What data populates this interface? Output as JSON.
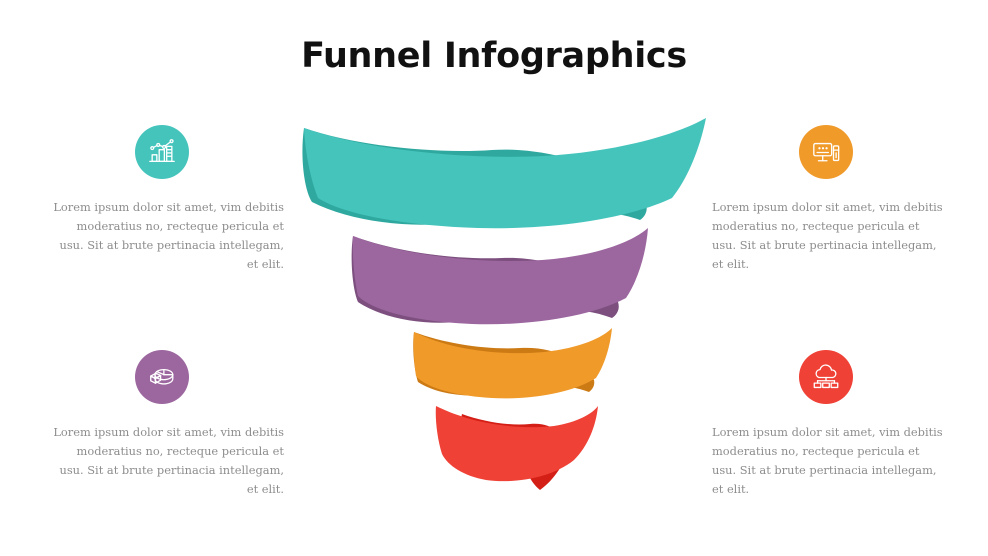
{
  "page": {
    "title": "Funnel Infographics",
    "background_color": "#ffffff"
  },
  "chart_data": {
    "type": "funnel",
    "title": "Funnel Infographics",
    "orientation": "vertical",
    "style": "3d-spiral-ribbon",
    "stages": [
      {
        "index": 1,
        "name": "stage-teal",
        "color": "#45c4bc",
        "shadow_color": "#2fa99f",
        "width_ratio": 1.0,
        "label_side": "top-left",
        "icon": "bar-chart-trend-icon"
      },
      {
        "index": 2,
        "name": "stage-purple",
        "color": "#9c669f",
        "shadow_color": "#7c4f7e",
        "width_ratio": 0.74,
        "label_side": "top-right",
        "icon": "monitor-icon"
      },
      {
        "index": 3,
        "name": "stage-orange",
        "color": "#f09a2a",
        "shadow_color": "#cc7a14",
        "width_ratio": 0.52,
        "label_side": "bottom-left",
        "icon": "pie-chart-3d-icon"
      },
      {
        "index": 4,
        "name": "stage-red",
        "color": "#ef4136",
        "shadow_color": "#d41f17",
        "width_ratio": 0.3,
        "label_side": "bottom-right",
        "icon": "cloud-network-icon"
      }
    ]
  },
  "items": [
    {
      "id": "top-left",
      "icon_name": "bar-chart-trend-icon",
      "circle_color": "#45c4bc",
      "text": "Lorem ipsum dolor sit amet, vim debitis moderatius no, recteque pericula et usu. Sit at brute pertinacia intellegam, et elit."
    },
    {
      "id": "top-right",
      "icon_name": "monitor-icon",
      "circle_color": "#f09a2a",
      "text": "Lorem ipsum dolor sit amet, vim debitis moderatius no, recteque pericula et usu. Sit at brute pertinacia intellegam, et elit."
    },
    {
      "id": "bottom-left",
      "icon_name": "pie-chart-3d-icon",
      "circle_color": "#9c669f",
      "text": "Lorem ipsum dolor sit amet, vim debitis moderatius no, recteque pericula et usu. Sit at brute pertinacia intellegam, et elit."
    },
    {
      "id": "bottom-right",
      "icon_name": "cloud-network-icon",
      "circle_color": "#ef4136",
      "text": "Lorem ipsum dolor sit amet, vim debitis moderatius no, recteque pericula et usu. Sit at brute pertinacia intellegam, et elit."
    }
  ]
}
